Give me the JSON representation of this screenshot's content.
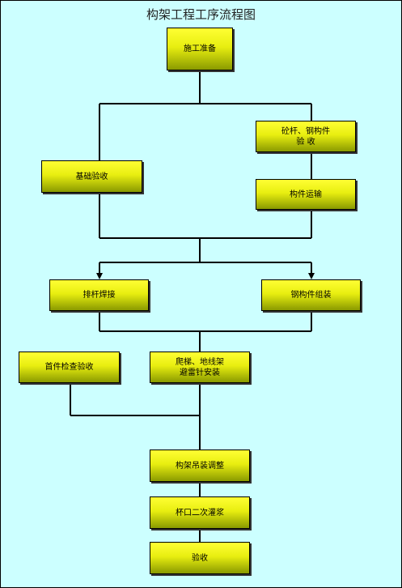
{
  "title": "构架工程工序流程图",
  "colors": {
    "background": "#ccffff",
    "box_fill": "#ffff33",
    "line": "#000000"
  },
  "nodes": {
    "prep": "施工准备",
    "foundation": "基础验收",
    "acceptance": "砼杆、钢构件\n验    收",
    "transport": "构件运输",
    "pole_weld": "排杆焊接",
    "steel_assembly": "钢构件组装",
    "first_inspection": "首件检查验收",
    "ladder": "爬梯、地线架\n避雷针安装",
    "hoist": "构架吊装调整",
    "grouting": "杯口二次灌浆",
    "final": "验收"
  }
}
